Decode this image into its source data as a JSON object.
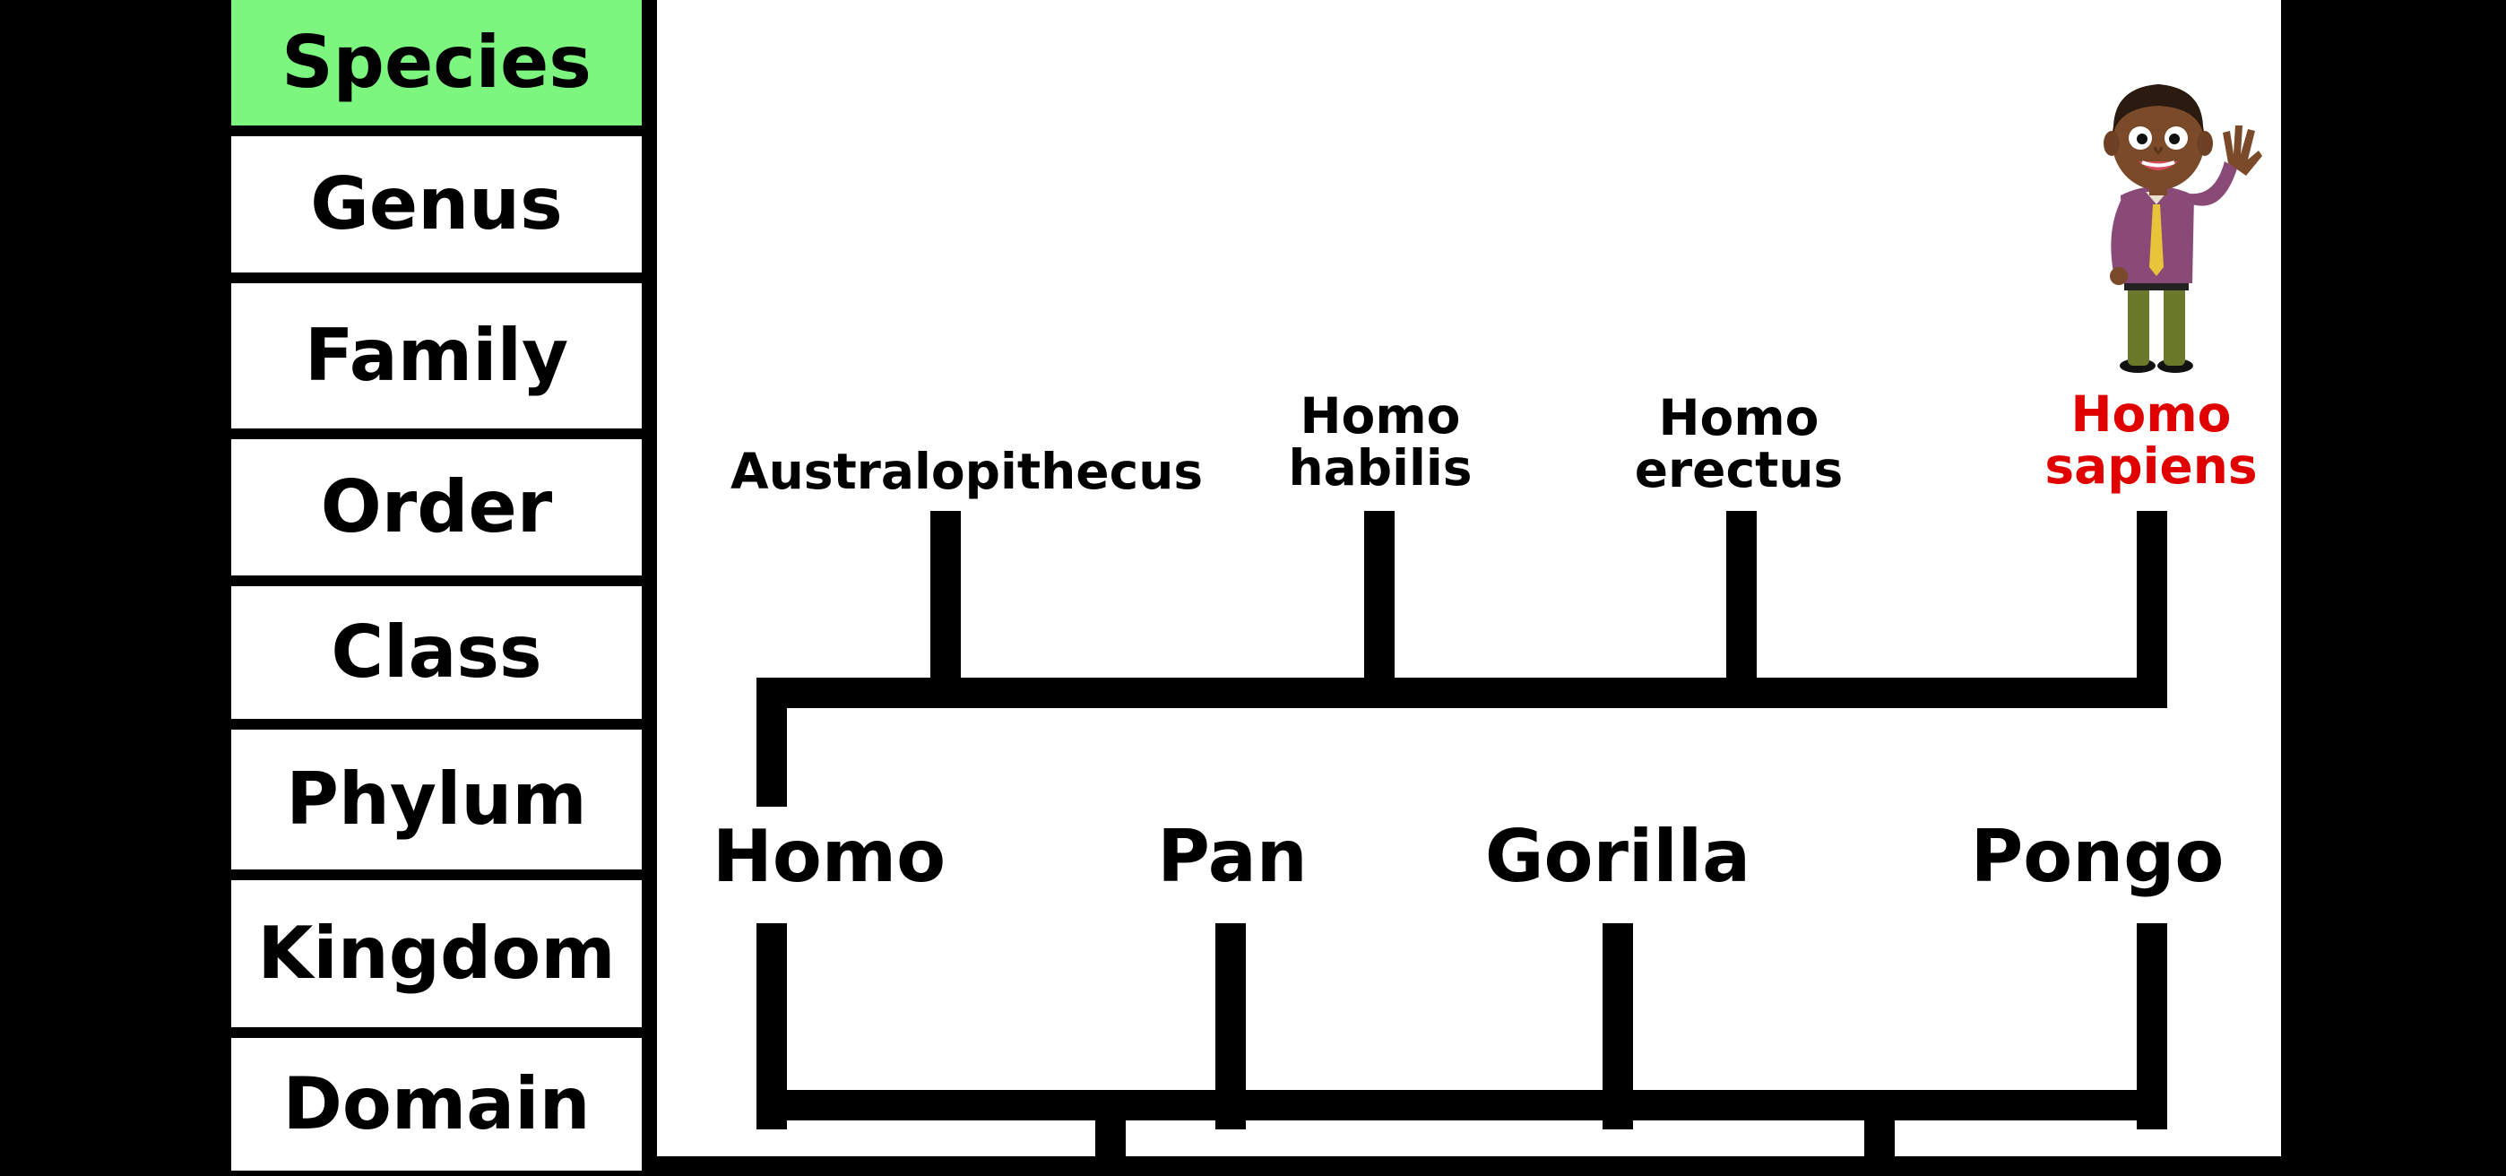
{
  "ranks": [
    {
      "label": "Species",
      "active": true
    },
    {
      "label": "Genus",
      "active": false
    },
    {
      "label": "Family",
      "active": false
    },
    {
      "label": "Order",
      "active": false
    },
    {
      "label": "Class",
      "active": false
    },
    {
      "label": "Phylum",
      "active": false
    },
    {
      "label": "Kingdom",
      "active": false
    },
    {
      "label": "Domain",
      "active": false
    }
  ],
  "species": [
    {
      "line1": "Australopithecus",
      "line2": ""
    },
    {
      "line1": "Homo",
      "line2": "habilis"
    },
    {
      "line1": "Homo",
      "line2": "erectus"
    },
    {
      "line1": "Homo",
      "line2": "sapiens",
      "highlight": true
    }
  ],
  "genera": [
    "Homo",
    "Pan",
    "Gorilla",
    "Pongo"
  ],
  "colors": {
    "active_rank": "#7cf67f",
    "highlight_species": "#e00000",
    "background": "#000000",
    "panel": "#ffffff"
  },
  "icons": {
    "character": "waving-cartoon-man-icon"
  }
}
